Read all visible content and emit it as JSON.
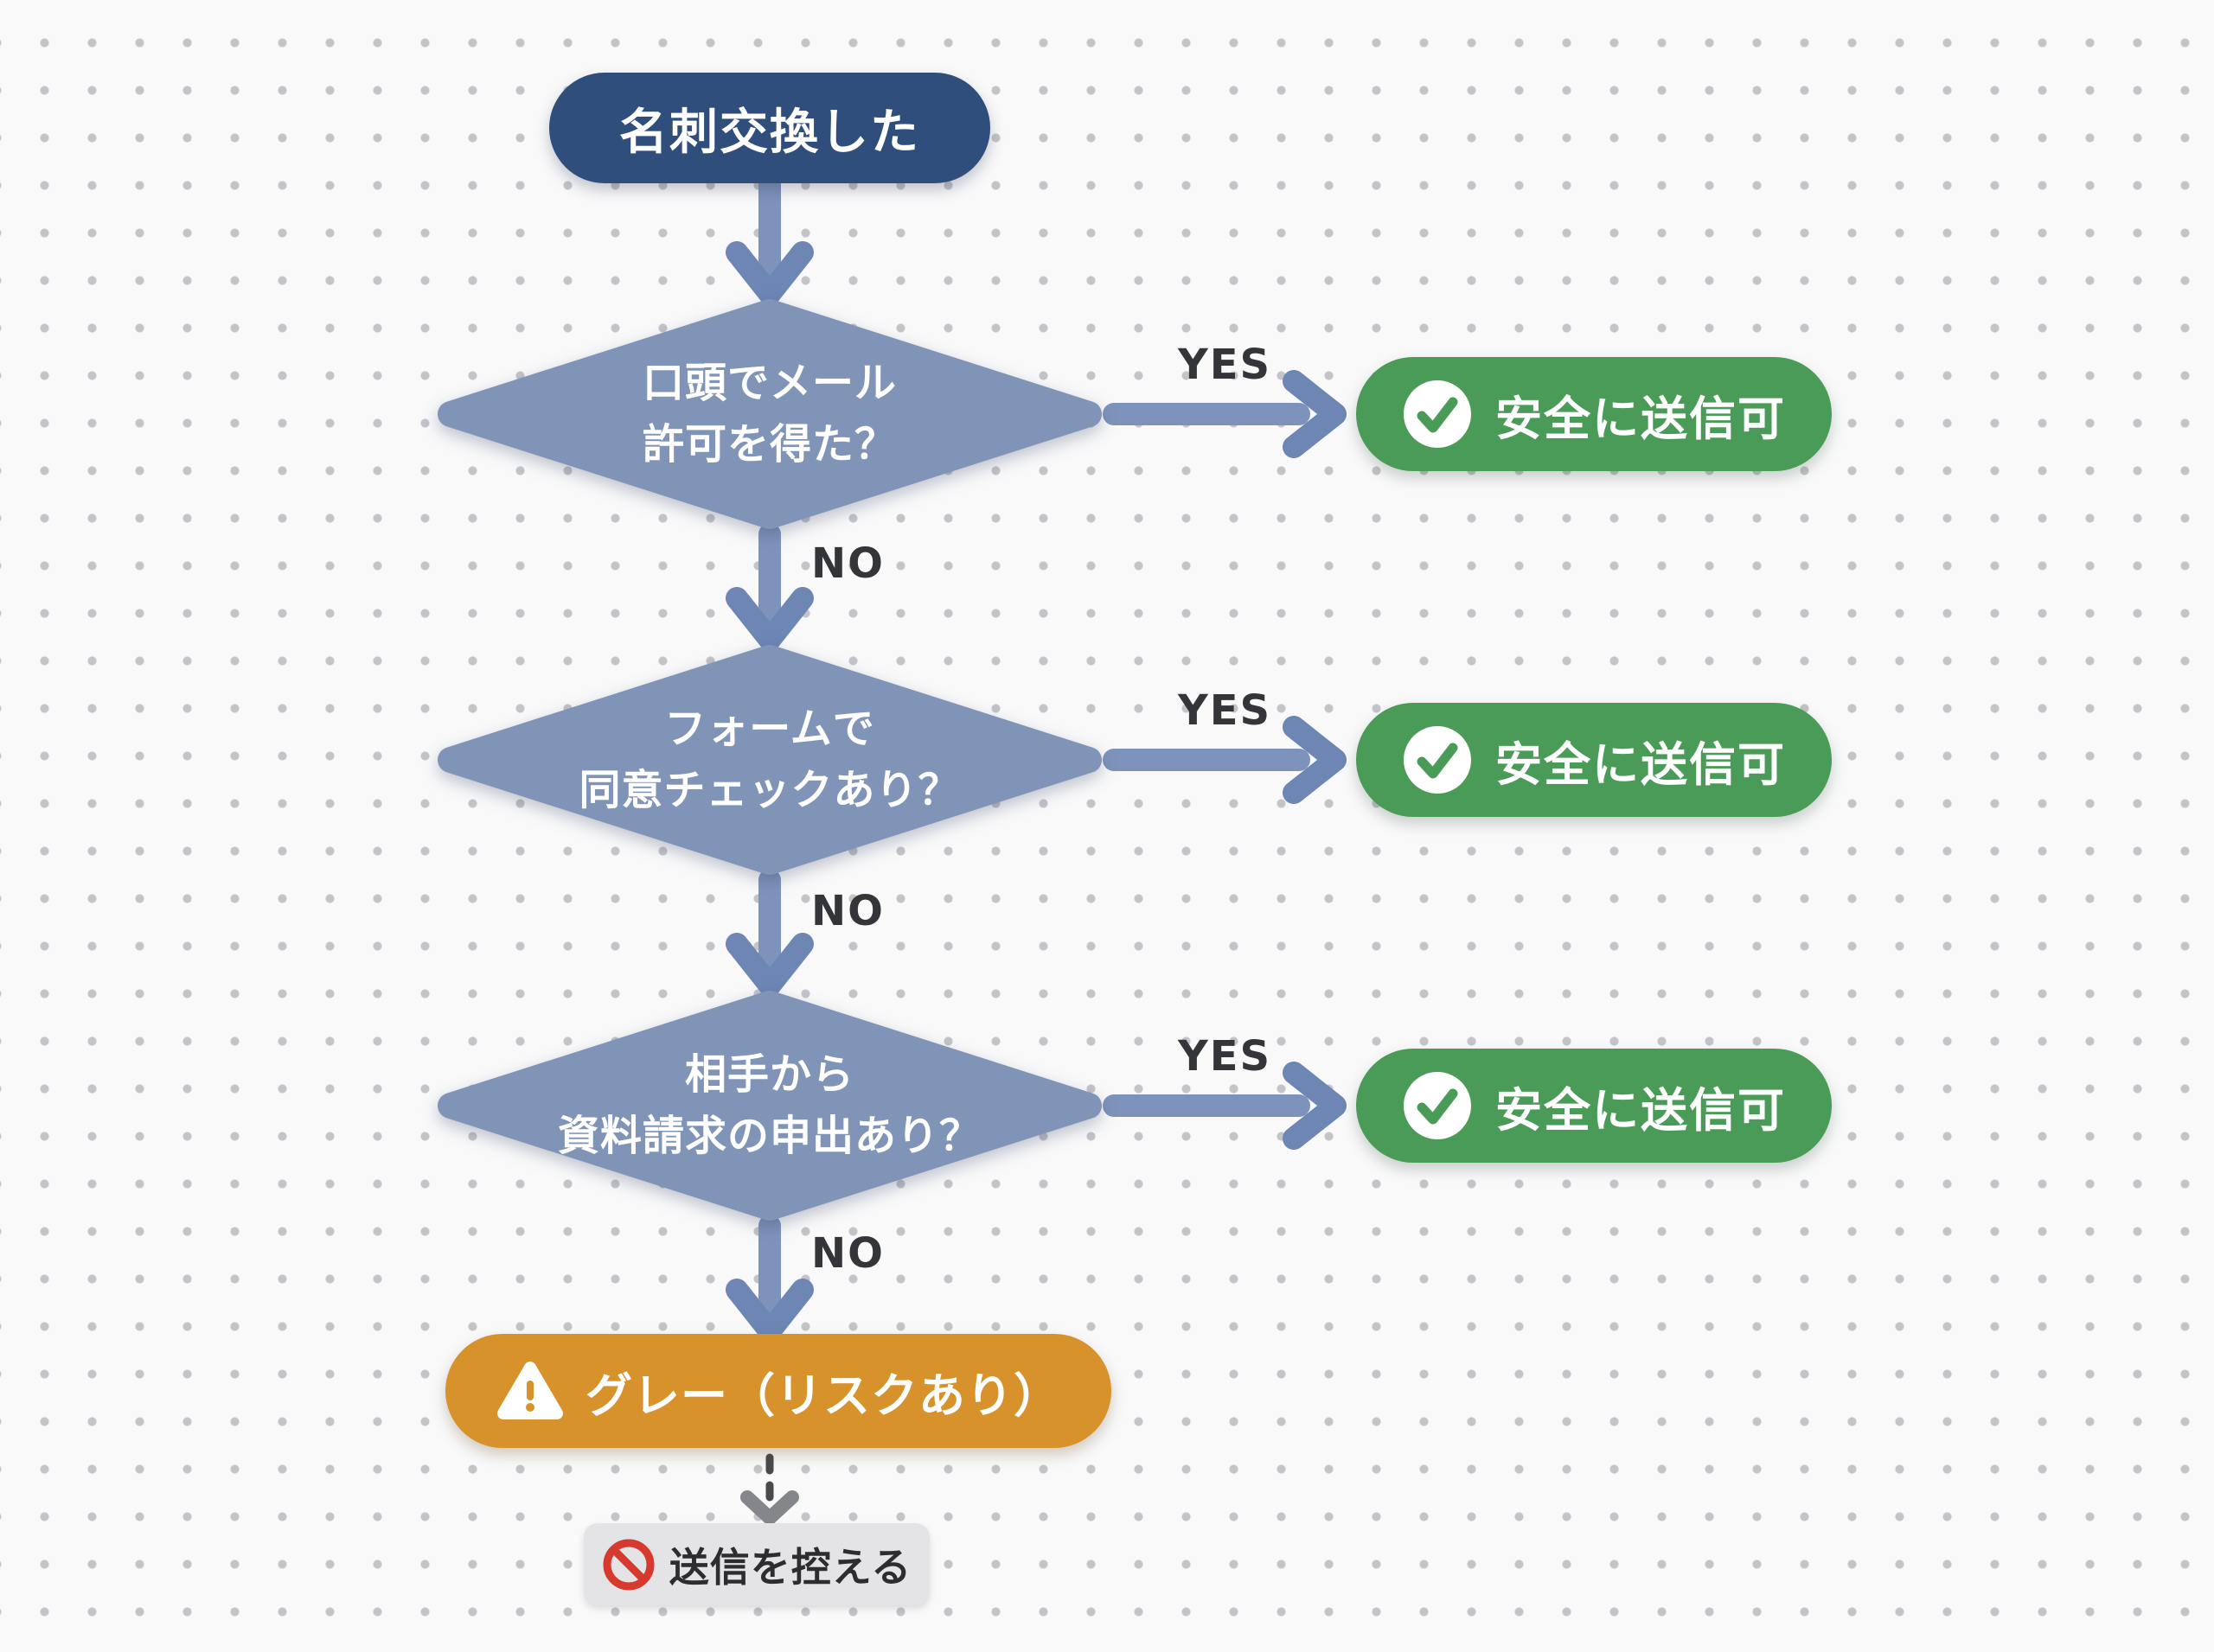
{
  "diagram": {
    "start": {
      "label": "名刺交換した"
    },
    "decisions": [
      {
        "line1": "口頭でメール",
        "line2": "許可を得た？",
        "yes_label": "YES",
        "no_label": "NO",
        "outcome": "安全に送信可"
      },
      {
        "line1": "フォームで",
        "line2": "同意チェックあり？",
        "yes_label": "YES",
        "no_label": "NO",
        "outcome": "安全に送信可"
      },
      {
        "line1": "相手から",
        "line2": "資料請求の申出あり？",
        "yes_label": "YES",
        "no_label": "NO",
        "outcome": "安全に送信可"
      }
    ],
    "risk_node": {
      "label": "グレー（リスクあり）"
    },
    "stop_node": {
      "label": "送信を控える"
    },
    "icons": {
      "outcome": "check-circle-icon",
      "risk": "warning-triangle-icon",
      "stop": "no-entry-icon"
    },
    "colors": {
      "start_bg": "#2f4e7c",
      "decision_bg": "#8094b8",
      "outcome_bg": "#4a9b57",
      "risk_bg": "#d8922c",
      "stop_bg": "#e4e4e7",
      "arrow_shaft": "#7e93bb",
      "arrow_head": "#6d86b4",
      "dashed_arrow": "#4a4a4c",
      "dashed_arrow_head": "#85868a",
      "edge_label_text": "#333539",
      "stop_red": "#d63a2f",
      "background_dots": "#c3c3c8"
    }
  }
}
